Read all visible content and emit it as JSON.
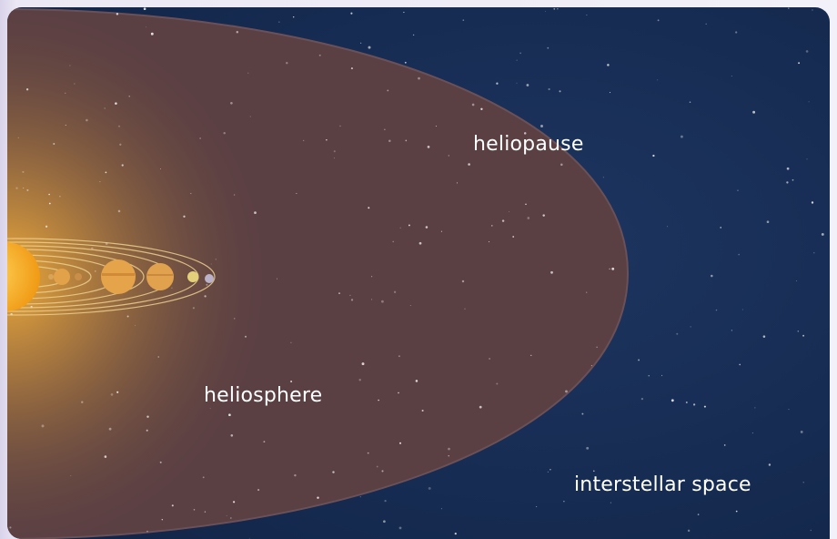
{
  "labels": {
    "heliopause": "heliopause",
    "heliosphere": "heliosphere",
    "interstellar": "interstellar space"
  },
  "colors": {
    "space": "#15284a",
    "heliosphere": "#5a3f43",
    "sun": "#f5a81c",
    "orbit": "#e8c27a",
    "label": "#ffffff"
  }
}
